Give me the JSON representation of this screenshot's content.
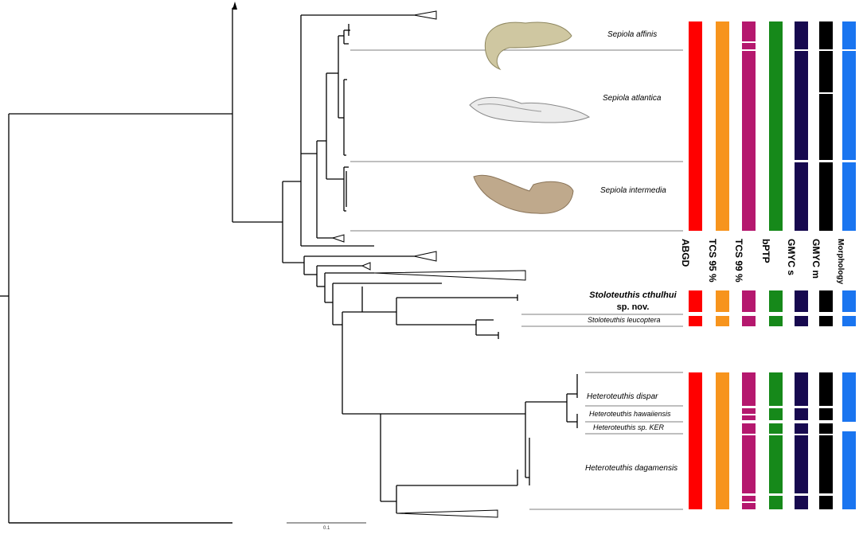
{
  "labels": {
    "sepiola_affinis": "Sepiola affinis",
    "sepiola_atlantica": "Sepiola atlantica",
    "sepiola_intermedia": "Sepiola intermedia",
    "stoloteuthis_cthulhui": "Stoloteuthis cthulhui",
    "sp_nov": "sp. nov.",
    "stoloteuthis_leucoptera": "Stoloteuthis leucoptera",
    "heteroteuthis_dispar": "Heteroteuthis dispar",
    "heteroteuthis_hawaiiensis": "Heteroteuthis hawaiiensis",
    "heteroteuthis_sp_ker": "Heteroteuthis sp. KER",
    "heteroteuthis_dagamensis": "Heteroteuthis dagamensis"
  },
  "columns": [
    {
      "label": "ABGD",
      "color": "#ff0000"
    },
    {
      "label": "TCS 95 %",
      "color": "#f7941d"
    },
    {
      "label": "TCS 99 %",
      "color": "#b5186e"
    },
    {
      "label": "bPTP",
      "color": "#16891a"
    },
    {
      "label": "GMYC s",
      "color": "#17094f"
    },
    {
      "label": "GMYC m",
      "color": "#000000"
    },
    {
      "label": "Morphology",
      "color": "#1a75f0"
    }
  ],
  "scale_bar": {
    "label": "0.1"
  },
  "illustrations": [
    {
      "name": "sepiola-affinis-arm-photo",
      "color": "#cfc7a1"
    },
    {
      "name": "sepiola-atlantica-arm-drawing",
      "color": "#c8c8c8"
    },
    {
      "name": "sepiola-intermedia-arm-photo",
      "color": "#bfa98c"
    }
  ]
}
